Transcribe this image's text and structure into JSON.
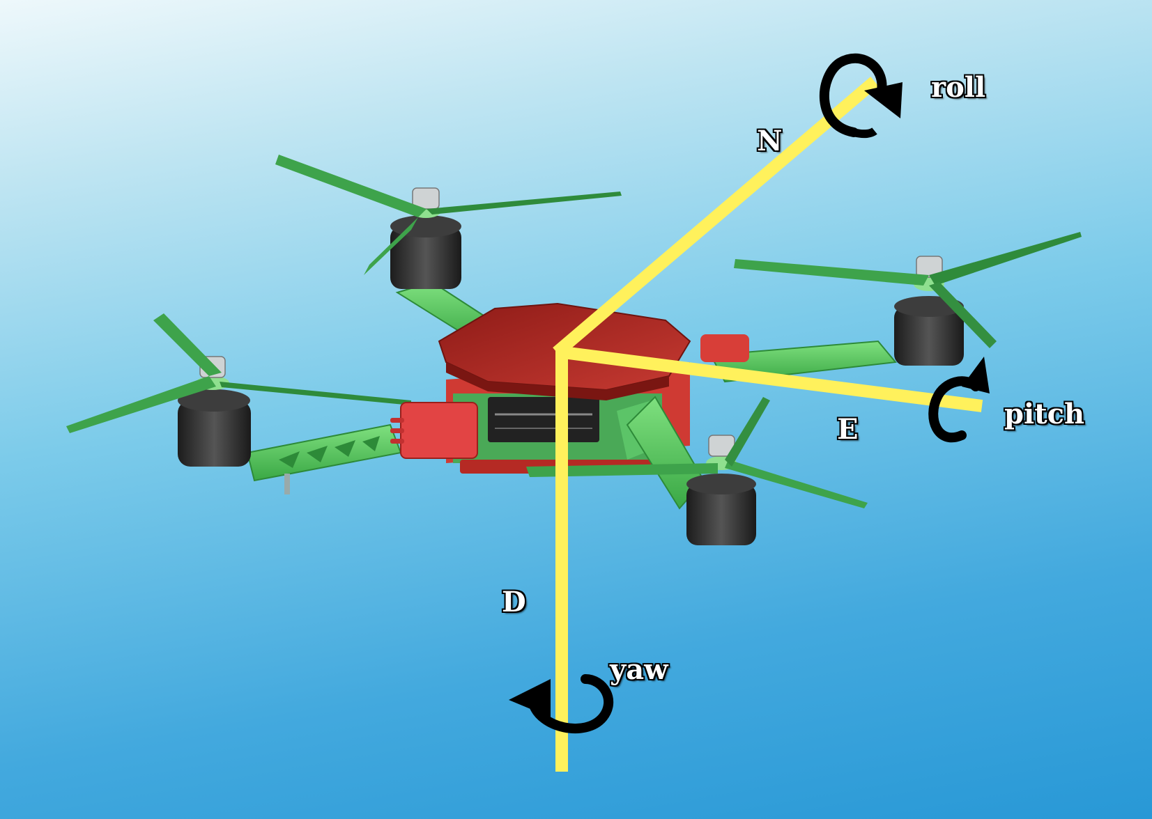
{
  "axes": {
    "north": "N",
    "east": "E",
    "down": "D"
  },
  "rotations": {
    "roll": "roll",
    "pitch": "pitch",
    "yaw": "yaw"
  },
  "colors": {
    "axis": "#fff15c",
    "frame": "#3fbf52",
    "propeller": "#3ea34b",
    "body": "#b42b25",
    "esc": "#e24444",
    "motor": "#2e2e2e",
    "arrow": "#000000",
    "label_text": "#ffffff"
  }
}
